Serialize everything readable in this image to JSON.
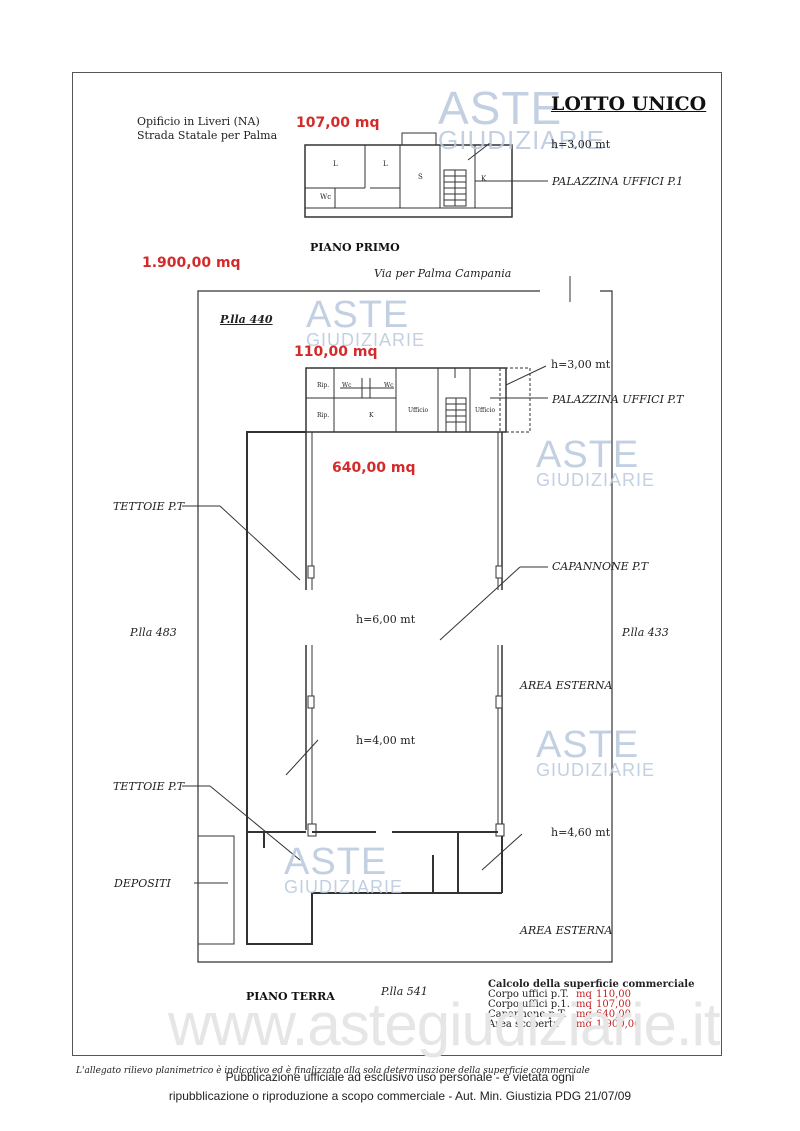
{
  "header": {
    "title": "LOTTO UNICO",
    "address_line1": "Opificio in Liveri (NA)",
    "address_line2": "Strada Statale per Palma"
  },
  "areas": {
    "upper_office": "107,00 mq",
    "lot_total": "1.900,00 mq",
    "ground_office": "110,00 mq",
    "warehouse": "640,00 mq"
  },
  "labels": {
    "piano_primo": "PIANO PRIMO",
    "piano_terra": "PIANO TERRA",
    "via": "Via per Palma Campania",
    "plla_440": "P.lla 440",
    "plla_483": "P.lla 483",
    "plla_433": "P.lla 433",
    "plla_541": "P.lla 541",
    "palazzina_p1": "PALAZZINA UFFICI P.1",
    "palazzina_pt": "PALAZZINA UFFICI P.T",
    "tettoie_top": "TETTOIE P.T",
    "tettoie_bottom": "TETTOIE P.T",
    "capannone": "CAPANNONE P.T",
    "area_esterna_1": "AREA ESTERNA",
    "area_esterna_2": "AREA ESTERNA",
    "depositi": "DEPOSITI",
    "h_upper": "h=3,00 mt",
    "h_ground_office": "h=3,00 mt",
    "h_capannone": "h=6,00 mt",
    "h_tettoie": "h=4,00 mt",
    "h_depositi": "h=4,60 mt"
  },
  "rooms_p1": {
    "l1": "L",
    "l2": "L",
    "s": "S",
    "k": "K",
    "wc": "Wc"
  },
  "rooms_pt": {
    "rip1": "Rip.",
    "wc1": "Wc",
    "wc2": "Wc",
    "rip2": "Rip.",
    "k": "K",
    "uff1": "Ufficio",
    "uff2": "Ufficio"
  },
  "calc": {
    "title": "Calcolo della superficie commerciale",
    "rows": [
      {
        "label": "Corpo uffici p.T.",
        "unit": "mq",
        "value": "110,00"
      },
      {
        "label": "Corpo uffici p.1.",
        "unit": "mq",
        "value": "107,00"
      },
      {
        "label": "Capannone p.T.",
        "unit": "mq",
        "value": "640,00"
      },
      {
        "label": "Area scoperta",
        "unit": "mq",
        "value": "1.900,00"
      }
    ]
  },
  "watermark": {
    "aste": "ASTE",
    "giudiziarie": "GIUDIZIARIE",
    "site": "www.astegiudiziarie.it"
  },
  "footer": {
    "disclaimer": "L'allegato rilievo planimetrico è indicativo ed è finalizzato alla sola determinazione della superficie commerciale",
    "line1": "Pubblicazione ufficiale ad esclusivo uso personale - è vietata ogni",
    "line2": "ripubblicazione o riproduzione a scopo commerciale - Aut. Min. Giustizia PDG 21/07/09"
  }
}
